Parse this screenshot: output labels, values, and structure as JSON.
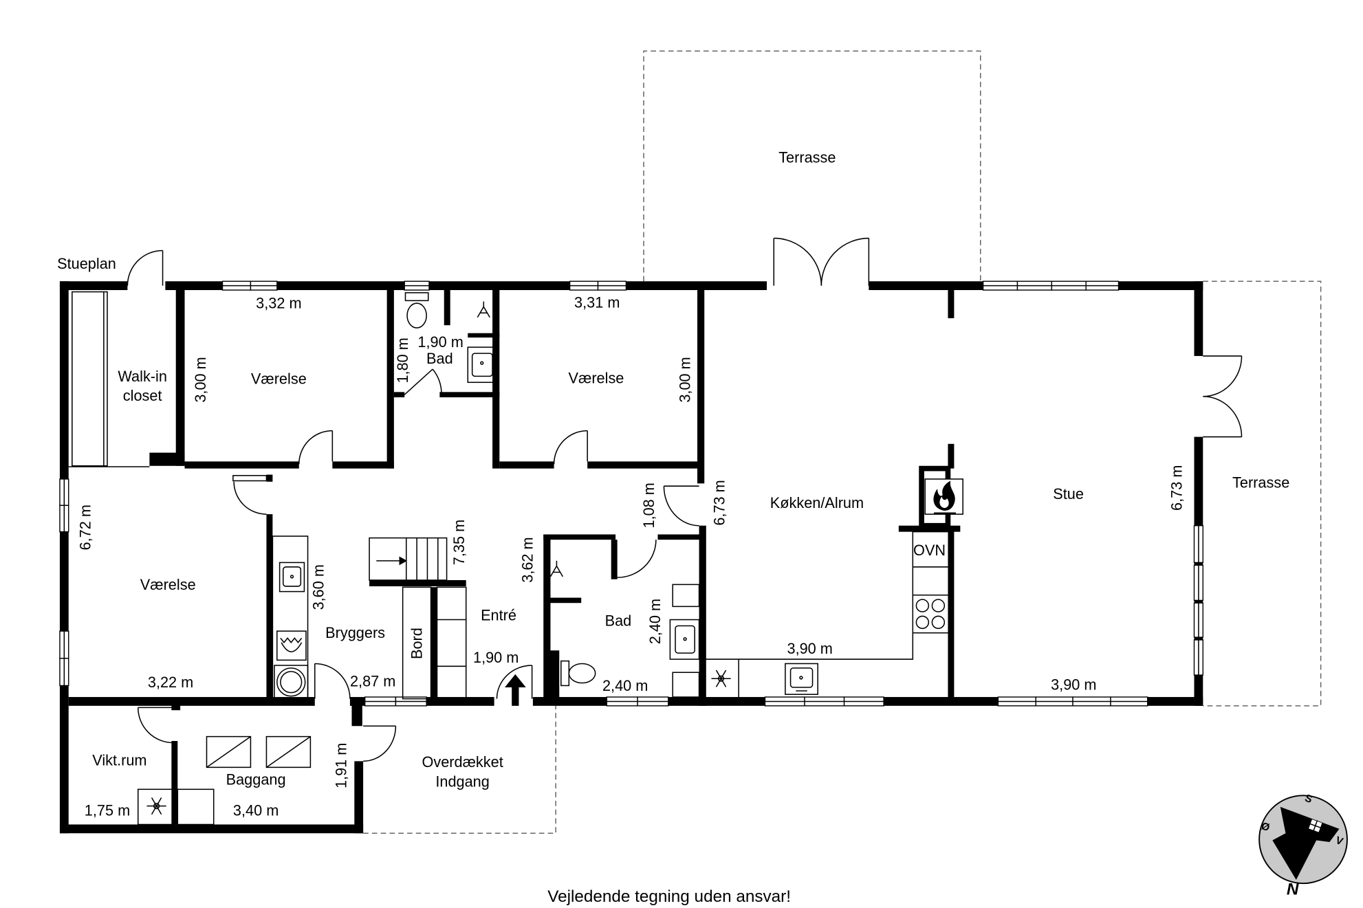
{
  "plan": {
    "title": "Stueplan",
    "footer": "Vejledende tegning uden ansvar!"
  },
  "rooms": {
    "terrace_north": "Terrasse",
    "terrace_east": "Terrasse",
    "walk_in_line1": "Walk-in",
    "walk_in_line2": "closet",
    "bedroom_1": "Værelse",
    "bathroom_small": "Bad",
    "bedroom_2": "Værelse",
    "kitchen_family": "Køkken/Alrum",
    "living_room": "Stue",
    "bedroom_3": "Værelse",
    "oven": "OVN",
    "entrance_hall": "Entré",
    "bathroom_large": "Bad",
    "utility": "Bryggers",
    "table": "Bord",
    "storage": "Vikt.rum",
    "back_hall": "Baggang",
    "covered_entry_line1": "Overdækket",
    "covered_entry_line2": "Indgang"
  },
  "dimensions": {
    "bedroom_1_width": "3,32 m",
    "bedroom_1_depth": "3,00 m",
    "bathroom_small_depth": "1,80 m",
    "bathroom_small_width": "1,90 m",
    "bedroom_2_width": "3,31 m",
    "bedroom_2_depth": "3,00 m",
    "kitchen_depth": "6,73 m",
    "living_depth": "6,73 m",
    "corridor_width": "1,08 m",
    "bedroom_3_depth": "6,72 m",
    "hall_depth": "7,35 m",
    "bathroom_large_outer": "3,62 m",
    "utility_depth": "3,60 m",
    "bathroom_large_depth": "2,40 m",
    "kitchen_width": "3,90 m",
    "hall_width": "1,90 m",
    "bedroom_3_width": "3,22 m",
    "utility_width": "2,87 m",
    "bathroom_large_width": "2,40 m",
    "living_width": "3,90 m",
    "back_hall_depth": "1,91 m",
    "storage_width": "1,75 m",
    "back_hall_width": "3,40 m"
  },
  "compass": {
    "south": "S",
    "east": "Ø",
    "west": "V",
    "north": "N"
  },
  "icons": [
    "freezer-icon",
    "fireplace-icon",
    "toilet-icon",
    "sink-icon",
    "shower-icon",
    "washing-machine-icon",
    "dryer-icon",
    "cooktop-icon",
    "skylight-icon",
    "entrance-arrow-icon",
    "compass-icon"
  ],
  "colors": {
    "wall": "#000000",
    "terrace_outline": "#666666",
    "compass_fill": "#c9c9c9",
    "background": "#ffffff"
  }
}
